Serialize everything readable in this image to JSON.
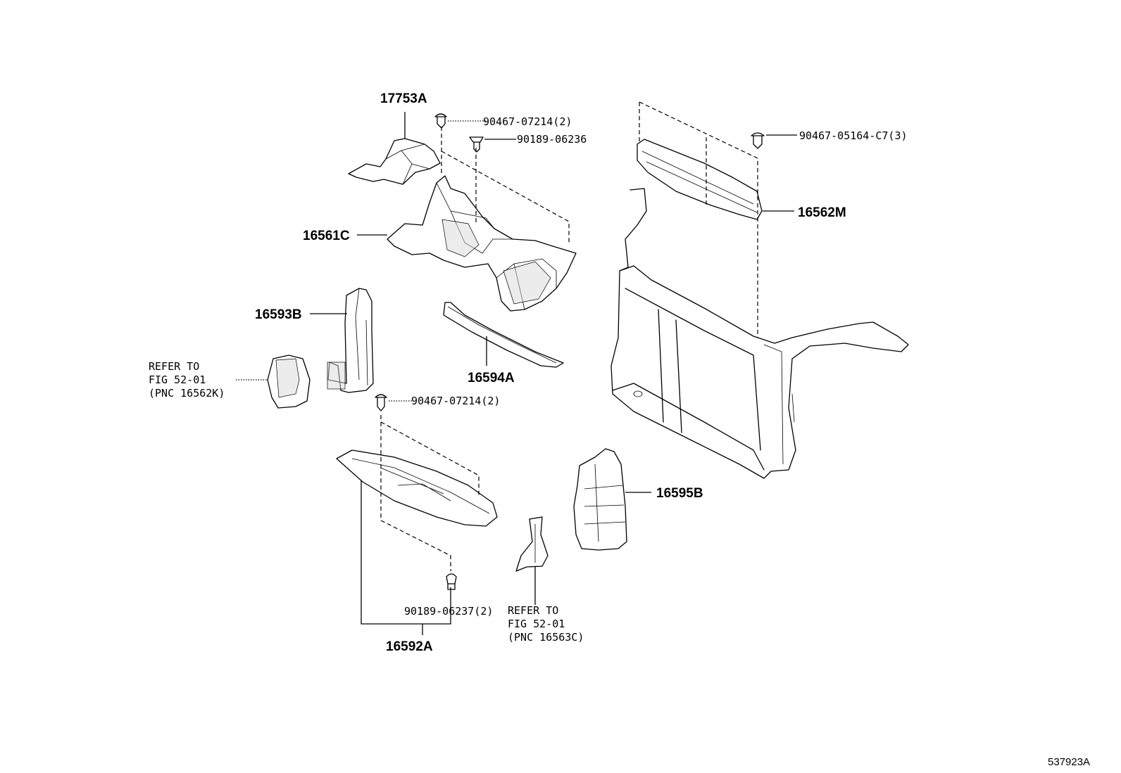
{
  "diagram_id": "537923A",
  "parts": {
    "p17753A": "17753A",
    "p16561C": "16561C",
    "p16593B": "16593B",
    "p16594A": "16594A",
    "p16592A": "16592A",
    "p16595B": "16595B",
    "p16562M": "16562M"
  },
  "fasteners": {
    "clip_top": "90467-07214(2)",
    "bolt_top": "90189-06236",
    "clip_right": "90467-05164-C7(3)",
    "clip_mid": "90467-07214(2)",
    "bolt_bottom": "90189-06237(2)"
  },
  "refs": {
    "left": {
      "line1": "REFER TO",
      "line2": "FIG 52-01",
      "line3": "(PNC 16562K)"
    },
    "bottom": {
      "line1": "REFER TO",
      "line2": "FIG 52-01",
      "line3": "(PNC 16563C)"
    }
  }
}
